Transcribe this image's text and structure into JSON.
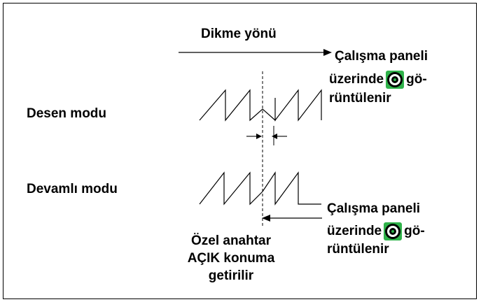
{
  "title": "Dikme yönü",
  "modes": {
    "pattern": "Desen modu",
    "continuous": "Devamlı modu"
  },
  "note_top": {
    "line1": "Çalışma paneli",
    "line2_pre": "üzerinde",
    "line2_post": "gö-",
    "line3": "rüntülenir",
    "icon": "green-ring-icon"
  },
  "note_bottom": {
    "line1": "Çalışma paneli",
    "line2_pre": "üzerinde",
    "line2_post": "gö-",
    "line3": "rüntülenir",
    "icon": "green-ring-icon"
  },
  "switch_note": {
    "line1": "Özel anahtar",
    "line2": "AÇIK konuma",
    "line3": "getirilir"
  },
  "colors": {
    "icon_bg": "#2fb24a",
    "icon_ring": "#ffffff"
  }
}
